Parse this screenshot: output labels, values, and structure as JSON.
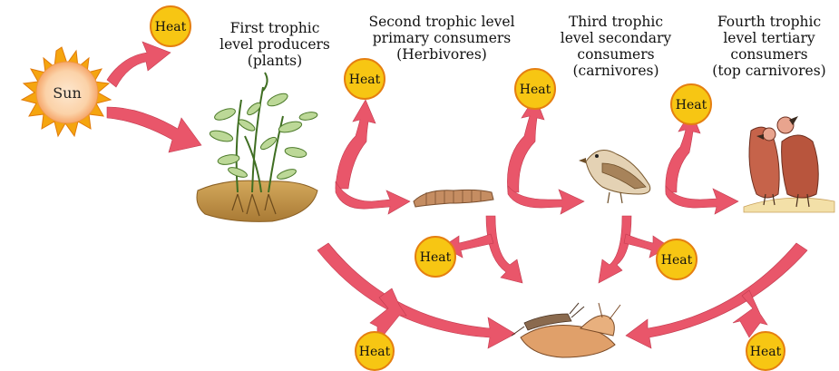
{
  "diagram": {
    "sun_label": "Sun",
    "heat_label": "Heat",
    "levels": [
      {
        "lines": [
          "First trophic",
          "level producers",
          "(plants)"
        ]
      },
      {
        "lines": [
          "Second trophic level",
          "primary consumers",
          "(Herbivores)"
        ]
      },
      {
        "lines": [
          "Third trophic",
          "level  secondary",
          "consumers",
          "(carnivores)"
        ]
      },
      {
        "lines": [
          "Fourth trophic",
          "level tertiary",
          "consumers",
          "(top carnivores)"
        ]
      }
    ],
    "colors": {
      "arrow": "#e9566a",
      "heat_fill": "#f7c613",
      "heat_stroke": "#e57f10",
      "sun_fill": "#fbd6b0",
      "sun_ray": "#f5a50f"
    }
  }
}
